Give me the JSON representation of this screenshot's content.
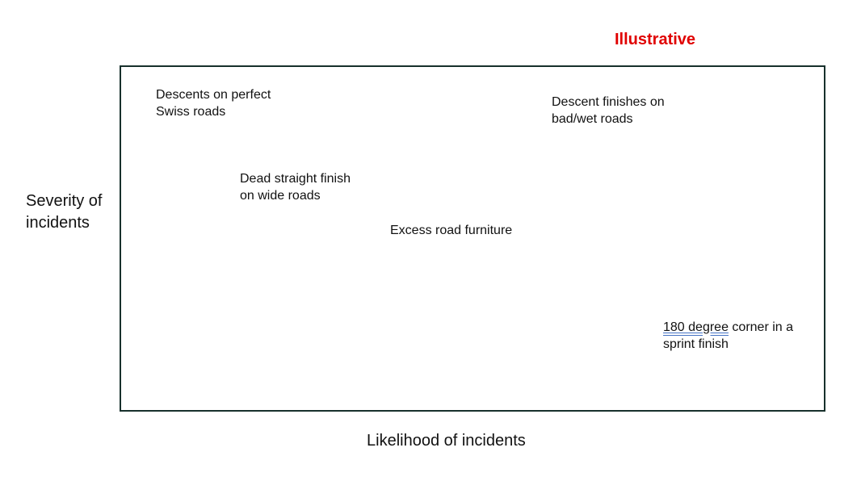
{
  "badge": "Illustrative",
  "axes": {
    "y_label_line1": "Severity of",
    "y_label_line2": "incidents",
    "x_label": "Likelihood of incidents"
  },
  "items": [
    {
      "line1": "Descents on perfect",
      "line2": "Swiss roads"
    },
    {
      "line1": "Descent finishes on",
      "line2": "bad/wet roads"
    },
    {
      "line1": "Dead straight finish",
      "line2": "on wide roads"
    },
    {
      "line1": "Excess road furniture",
      "line2": ""
    },
    {
      "line1_underlined": "180 degree",
      "line1_rest": " corner in a",
      "line2": "sprint finish"
    }
  ],
  "colors": {
    "badge": "#e00000",
    "frame": "#17302c",
    "spell_underline": "#4472c4"
  }
}
